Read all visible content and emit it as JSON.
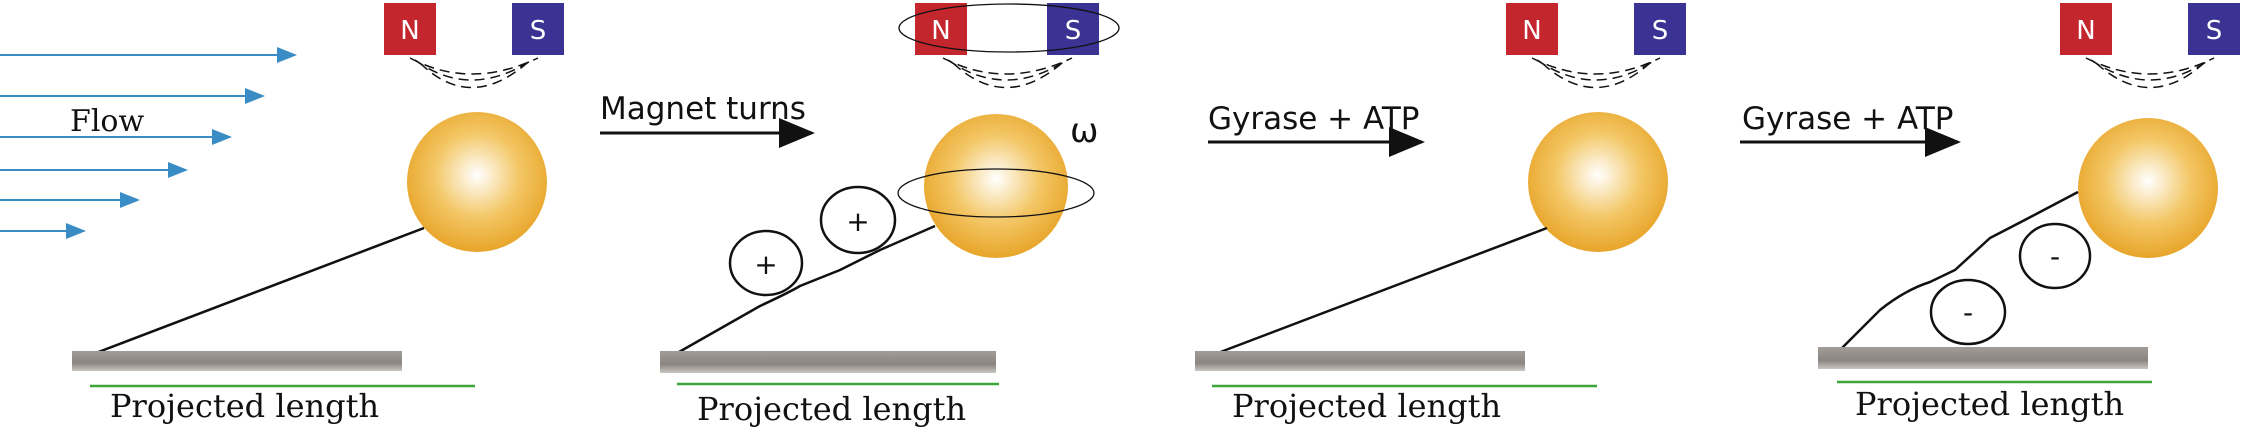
{
  "colors": {
    "north": "#c4262e",
    "south": "#3b3393",
    "bead_center": "#ffffff",
    "bead_edge": "#e8a52a",
    "surface": "#8f8a86",
    "green_line": "#3ca53a",
    "flow_arrow": "#3a8cc4"
  },
  "labels": {
    "flow": "Flow",
    "projected_length": "Projected length",
    "north": "N",
    "south": "S",
    "omega": "ω",
    "plus": "+",
    "minus": "-"
  },
  "steps": [
    {
      "arrow_label": "Magnet turns"
    },
    {
      "arrow_label": "Gyrase + ATP"
    },
    {
      "arrow_label": "Gyrase + ATP"
    }
  ]
}
